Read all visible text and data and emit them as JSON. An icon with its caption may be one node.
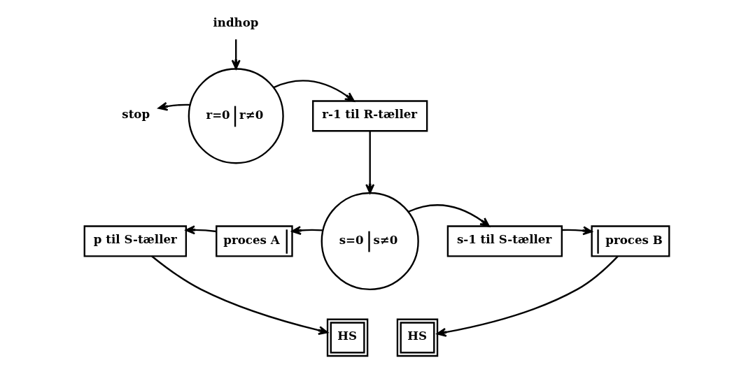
{
  "diagram": {
    "nodes": [
      {
        "text": [
          "indhop"
        ]
      },
      {
        "text": [
          "r=0",
          "r≠0"
        ]
      },
      {
        "text": [
          "stop"
        ]
      },
      {
        "text": [
          "r-1 til R-tæller"
        ]
      },
      {
        "text": [
          "s=0",
          "s≠0"
        ]
      },
      {
        "text": [
          "p til S-tæller"
        ]
      },
      {
        "text": [
          "proces A"
        ]
      },
      {
        "text": [
          "s-1 til S-tæller"
        ]
      },
      {
        "text": [
          "proces B"
        ]
      },
      {
        "text": [
          "HS"
        ]
      },
      {
        "text": [
          "HS"
        ]
      }
    ],
    "edges": [
      {
        "from": 0,
        "to": 1,
        "arrow": "to"
      },
      {
        "from": 1,
        "to": 2,
        "arrow": "to"
      },
      {
        "from": 1,
        "to": 3,
        "arrow": "to"
      },
      {
        "from": 3,
        "to": 4,
        "arrow": "to"
      },
      {
        "from": 4,
        "to": 6,
        "arrow": "to"
      },
      {
        "from": 6,
        "to": 5,
        "arrow": "to"
      },
      {
        "from": 4,
        "to": 7,
        "arrow": "to"
      },
      {
        "from": 7,
        "to": 8,
        "arrow": "to"
      },
      {
        "from": 5,
        "to": 9,
        "arrow": "to"
      },
      {
        "from": 8,
        "to": 10,
        "arrow": "to"
      }
    ]
  }
}
